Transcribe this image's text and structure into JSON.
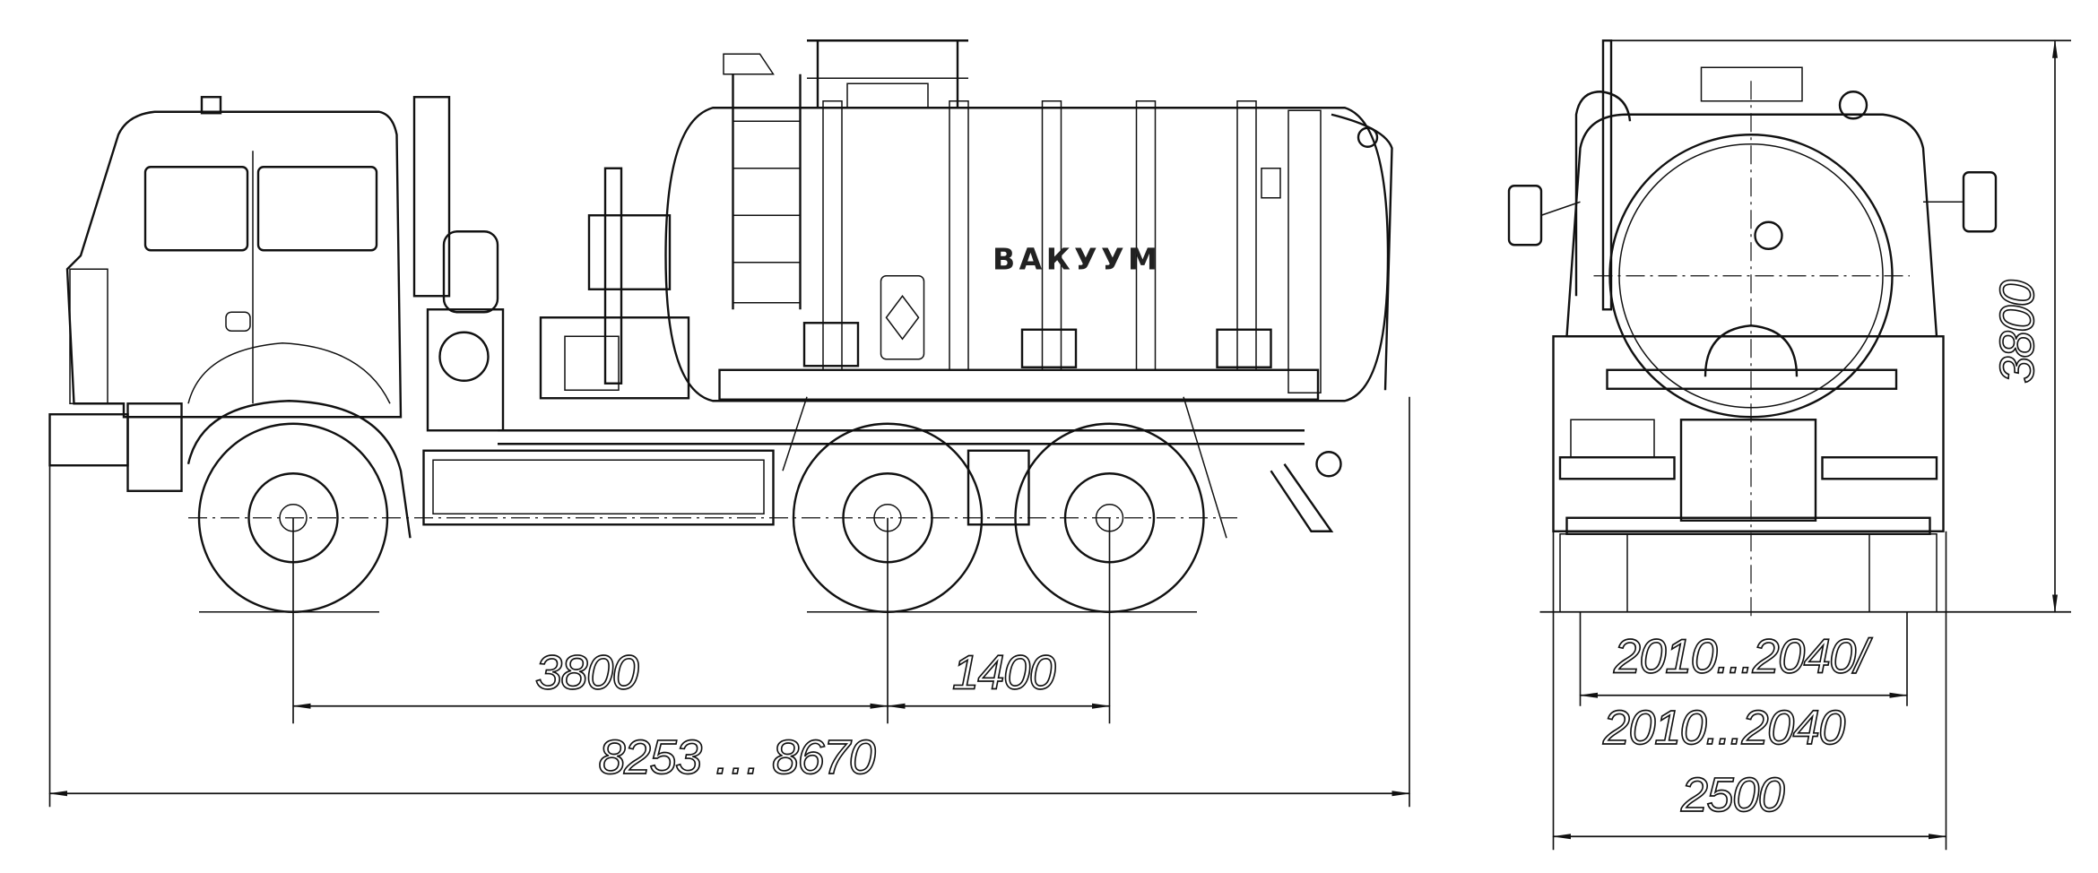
{
  "drawing": {
    "title": "Vacuum tank truck 6x6 – side and rear view",
    "tank_label": "ВАКУУМ",
    "colors": {
      "line": "#111111",
      "background": "#ffffff"
    }
  },
  "side_view": {
    "dimensions": {
      "wheelbase_front": "3800",
      "wheelbase_rear": "1400",
      "overall_length": "8253 … 8670"
    }
  },
  "rear_view": {
    "dimensions": {
      "height": "3800",
      "track_upper": "2010...2040/",
      "track_lower": "2010...2040",
      "overall_width": "2500"
    }
  }
}
